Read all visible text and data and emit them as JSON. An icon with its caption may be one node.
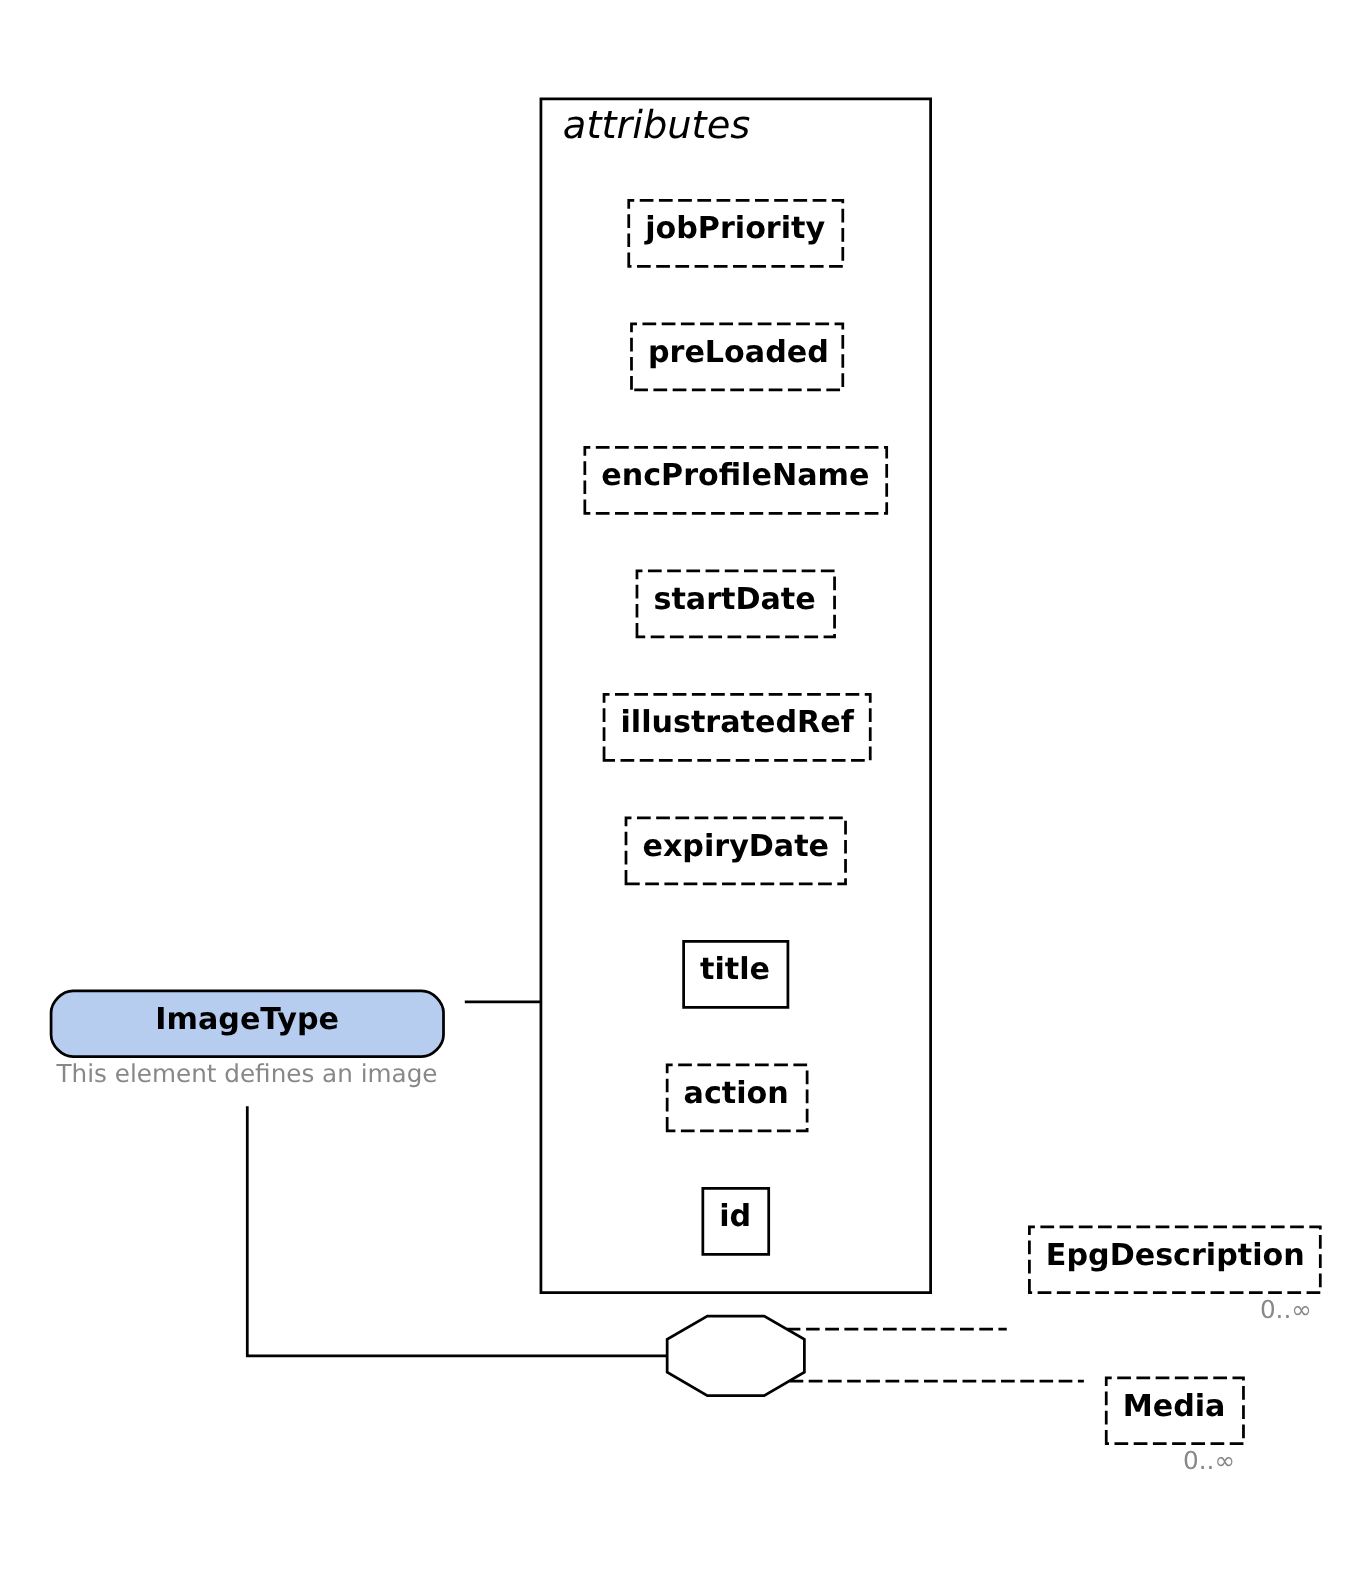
{
  "diagram": {
    "nodes": [
      {
        "text": [
          "ImageType"
        ],
        "beside": [
          "This element defines an image"
        ]
      },
      {
        "text": [
          "attributes"
        ]
      },
      {
        "text": [
          "id"
        ],
        "in": 1
      },
      {
        "text": [
          "action"
        ],
        "in": 1
      },
      {
        "text": [
          "title"
        ],
        "in": 1
      },
      {
        "text": [
          "expiryDate"
        ],
        "in": 1
      },
      {
        "text": [
          "illustratedRef"
        ],
        "in": 1
      },
      {
        "text": [
          "startDate"
        ],
        "in": 1
      },
      {
        "text": [
          "encProfileName"
        ],
        "in": 1
      },
      {
        "text": [
          "preLoaded"
        ],
        "in": 1
      },
      {
        "text": [
          "jobPriority"
        ],
        "in": 1
      },
      {
        "text": [],
        "shape": "octagon"
      },
      {
        "text": [
          "EpgDescription"
        ],
        "beside": [
          "0..∞"
        ]
      },
      {
        "text": [
          "Media"
        ],
        "beside": [
          "0..∞"
        ]
      }
    ],
    "edges": [
      {
        "from": 0,
        "to": 1,
        "arrow": "none"
      },
      {
        "from": 0,
        "to": 11,
        "arrow": "none"
      },
      {
        "from": 11,
        "to": 12,
        "arrow": "none",
        "style": "dashed"
      },
      {
        "from": 11,
        "to": 13,
        "arrow": "none",
        "style": "dashed"
      }
    ]
  }
}
